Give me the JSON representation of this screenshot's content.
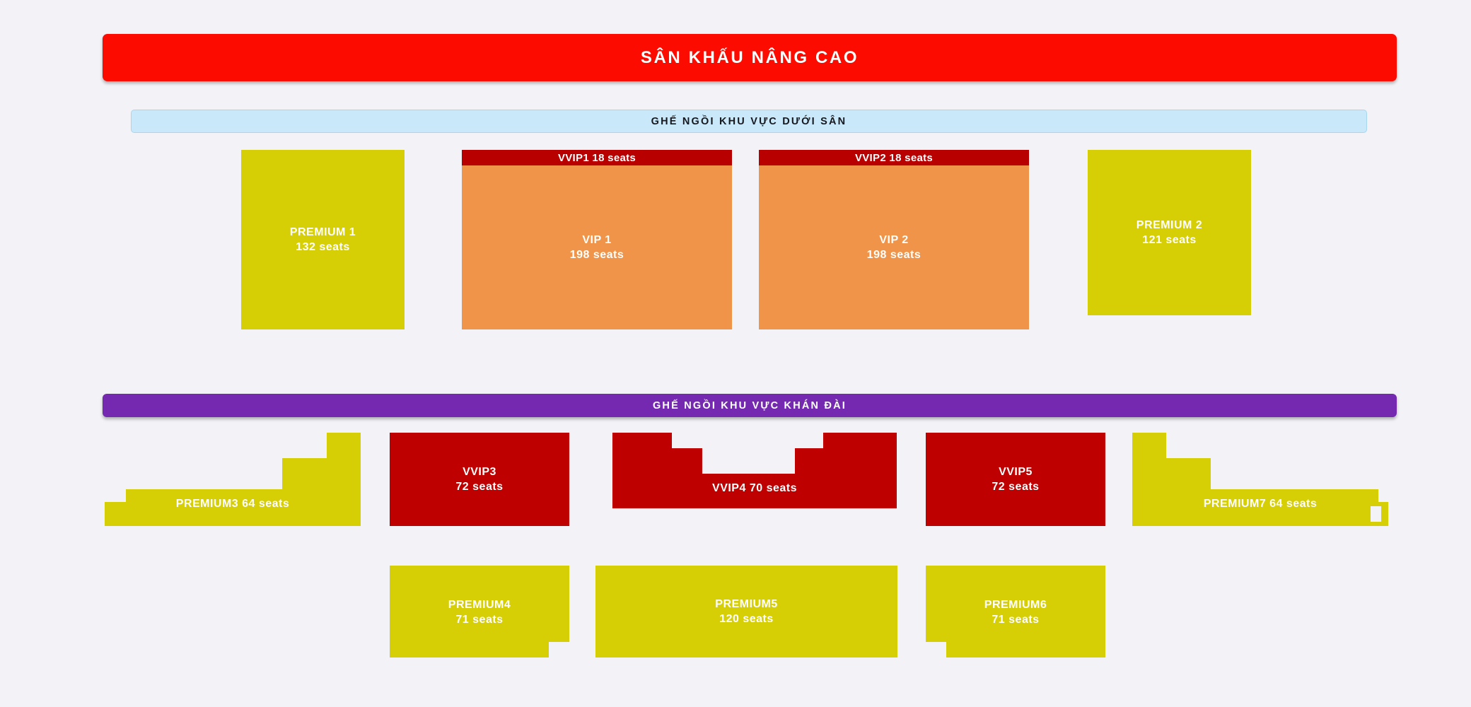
{
  "stage": {
    "label": "SÂN KHẤU NÂNG CAO",
    "color": "#fb0b00"
  },
  "sections": [
    {
      "key": "floor",
      "label": "GHẾ NGỒI KHU VỰC DƯỚI SÂN",
      "color": "#c9e9fa"
    },
    {
      "key": "stand",
      "label": "GHẾ NGỒI KHU VỰC KHÁN ĐÀI",
      "color": "#7429b0"
    }
  ],
  "colors": {
    "premium": "#d6cf05",
    "vip": "#f09449",
    "vvip": "#bf0000",
    "vvip_header": "#b80000",
    "background": "#f3f2f7"
  },
  "floor_zones": [
    {
      "name": "PREMIUM 1",
      "seats": "132 seats",
      "type": "premium"
    },
    {
      "name": "VIP 1",
      "seats": "198 seats",
      "type": "vip",
      "header": "VVIP1 18 seats"
    },
    {
      "name": "VIP 2",
      "seats": "198 seats",
      "type": "vip",
      "header": "VVIP2 18 seats"
    },
    {
      "name": "PREMIUM 2",
      "seats": "121 seats",
      "type": "premium"
    }
  ],
  "stand_zones": [
    {
      "name": "PREMIUM3",
      "seats": "64 seats",
      "label": "PREMIUM3 64 seats",
      "type": "premium"
    },
    {
      "name": "VVIP3",
      "seats": "72 seats",
      "type": "vvip"
    },
    {
      "name": "VVIP4",
      "seats": "70 seats",
      "label": "VVIP4 70 seats",
      "type": "vvip"
    },
    {
      "name": "VVIP5",
      "seats": "72 seats",
      "type": "vvip"
    },
    {
      "name": "PREMIUM7",
      "seats": "64 seats",
      "label": "PREMIUM7 64 seats",
      "type": "premium"
    },
    {
      "name": "PREMIUM4",
      "seats": "71 seats",
      "type": "premium"
    },
    {
      "name": "PREMIUM5",
      "seats": "120 seats",
      "type": "premium"
    },
    {
      "name": "PREMIUM6",
      "seats": "71 seats",
      "type": "premium"
    }
  ]
}
